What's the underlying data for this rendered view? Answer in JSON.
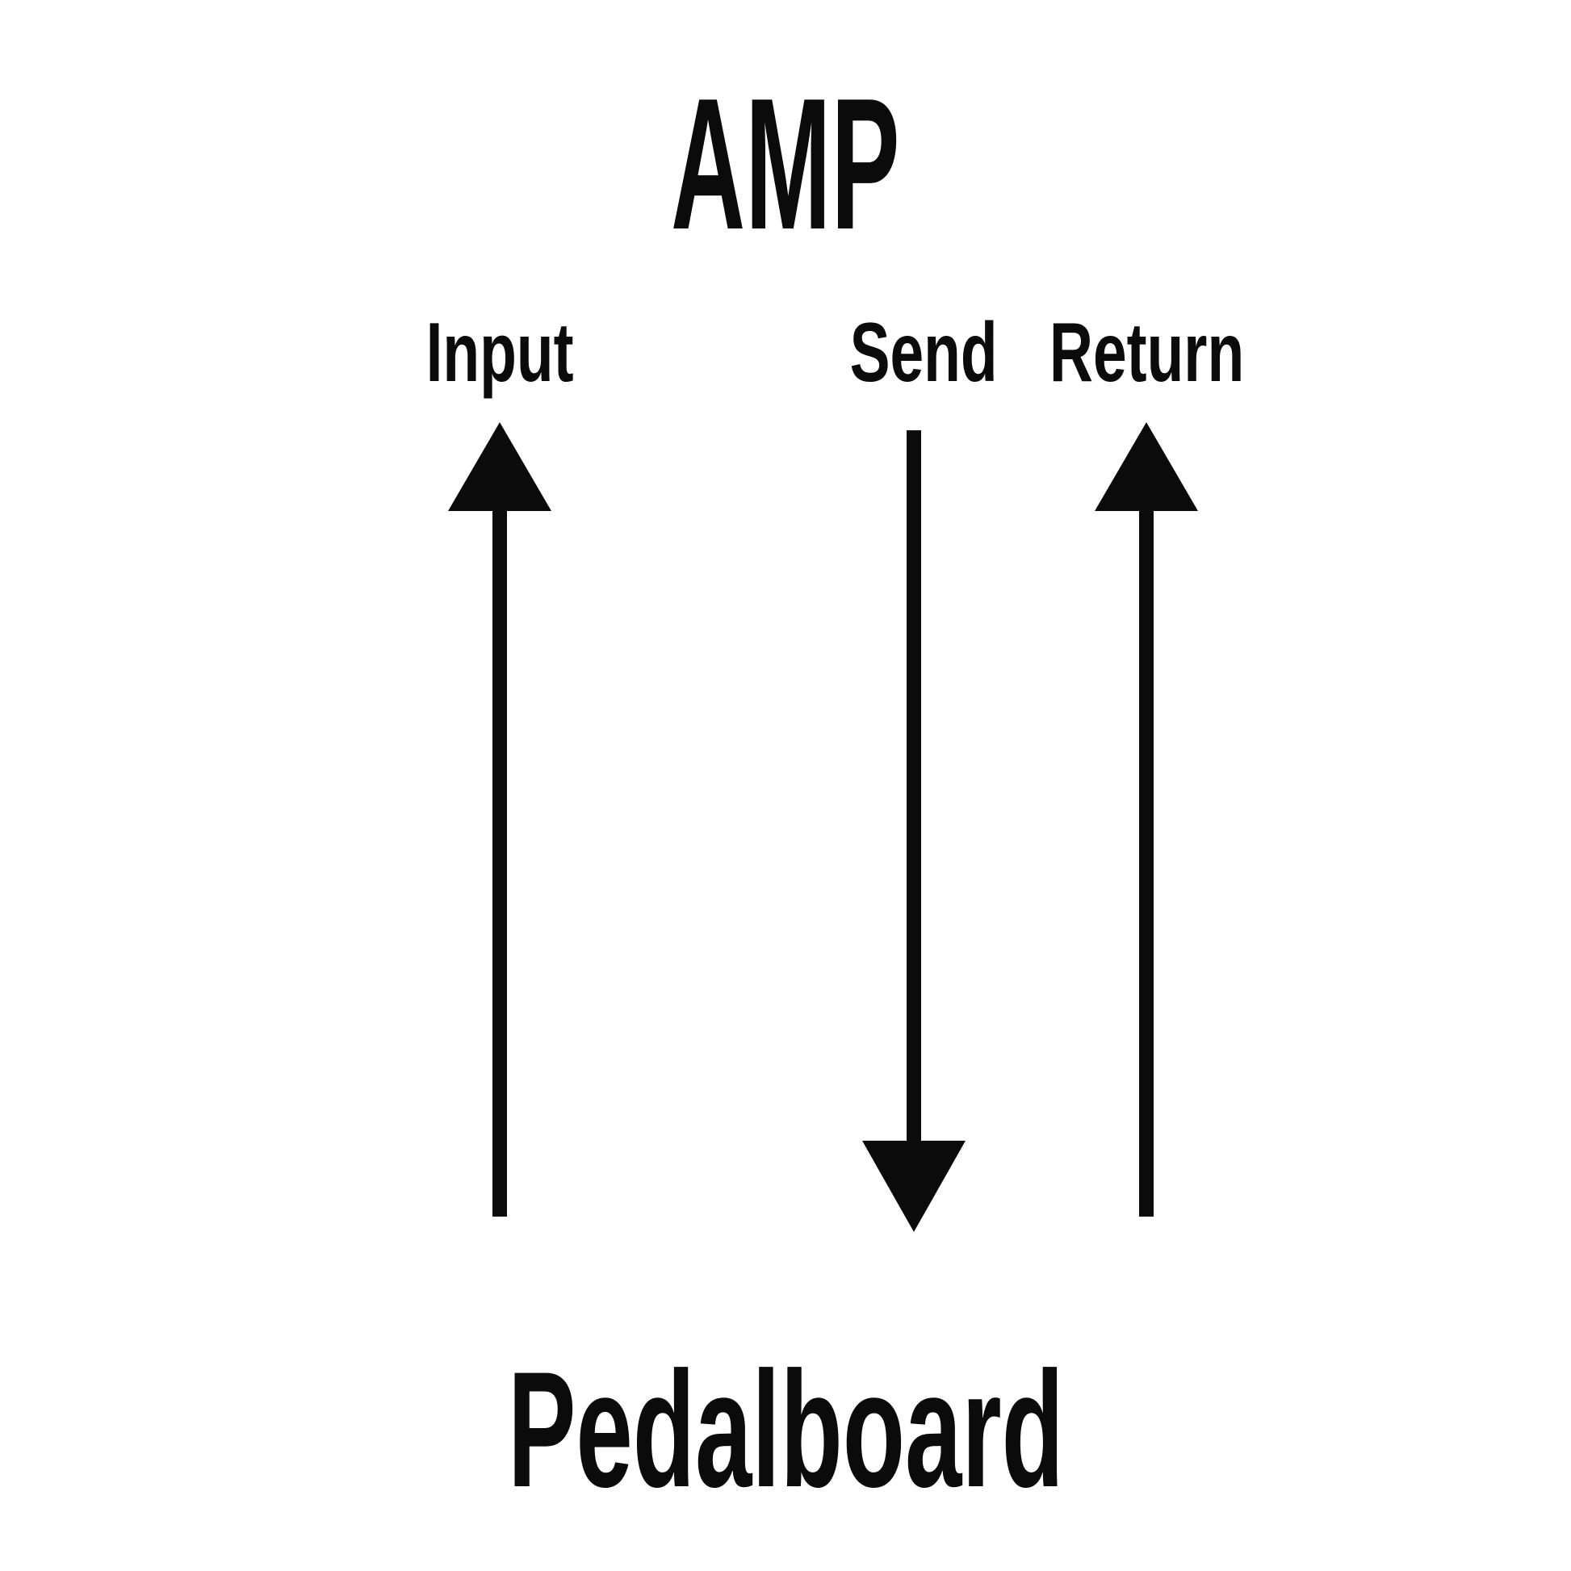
{
  "diagram": {
    "title": "AMP",
    "bottom_title": "Pedalboard",
    "jacks": [
      {
        "label": "Input",
        "arrow_direction": "up",
        "icon": "arrow-up-icon"
      },
      {
        "label": "Send",
        "arrow_direction": "down",
        "icon": "arrow-down-icon"
      },
      {
        "label": "Return",
        "arrow_direction": "up",
        "icon": "arrow-up-icon"
      }
    ],
    "colors": {
      "ink": "#0b0b0b",
      "background": "#ffffff"
    }
  }
}
